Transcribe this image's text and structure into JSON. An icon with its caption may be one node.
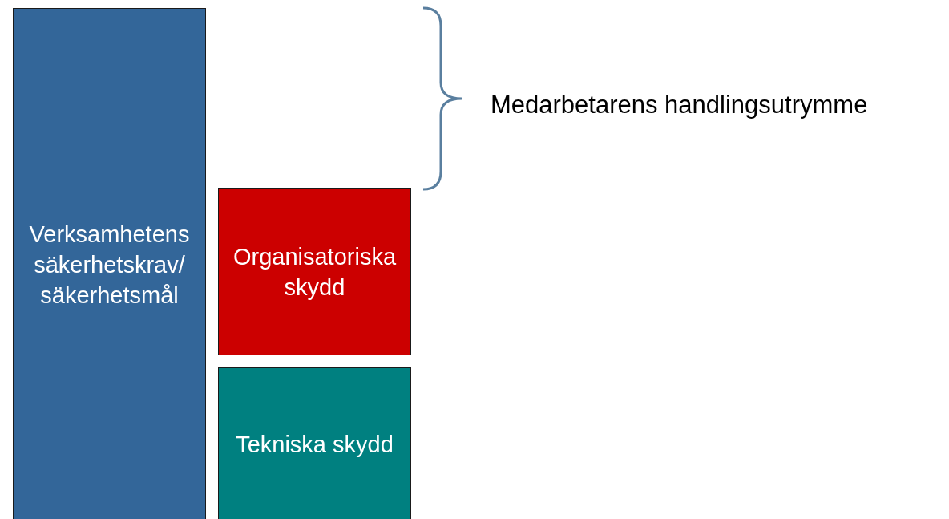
{
  "diagram": {
    "nodes": [
      {
        "text": [
          "Verksamhetens säkerhetskrav/ säkerhetsmål"
        ]
      },
      {
        "text": [
          "Organisatoriska skydd"
        ]
      },
      {
        "text": [
          "Tekniska skydd"
        ]
      }
    ],
    "labels": [
      "Medarbetarens handlingsutrymme"
    ]
  }
}
